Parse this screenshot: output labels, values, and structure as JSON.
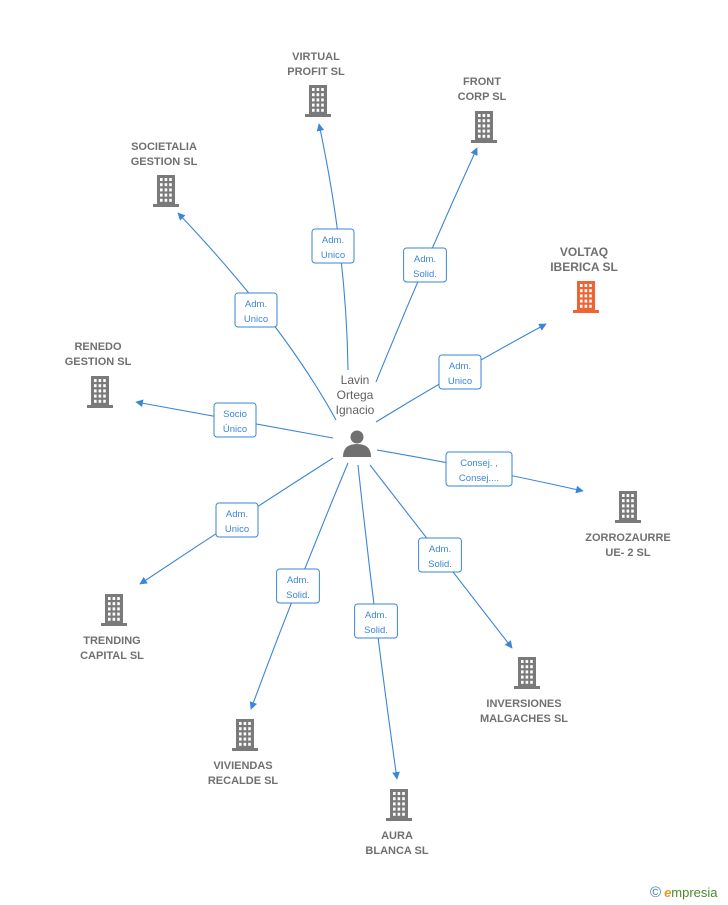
{
  "colors": {
    "edge": "#3b86d6",
    "building": "#7a7a7a",
    "building_highlight": "#f06433",
    "person": "#707070"
  },
  "center": {
    "lines": [
      "Lavin",
      "Ortega",
      "Ignacio"
    ],
    "icon": "person-icon"
  },
  "nodes": [
    {
      "id": "virtual-profit",
      "lines": [
        "VIRTUAL",
        "PROFIT  SL"
      ],
      "highlight": false,
      "edge_label": [
        "Adm.",
        "Unico"
      ]
    },
    {
      "id": "front-corp",
      "lines": [
        "FRONT",
        "CORP  SL"
      ],
      "highlight": false,
      "edge_label": [
        "Adm.",
        "Solid."
      ]
    },
    {
      "id": "societalia-gestion",
      "lines": [
        "SOCIETALIA",
        "GESTION SL"
      ],
      "highlight": false,
      "edge_label": [
        "Adm.",
        "Unico"
      ]
    },
    {
      "id": "voltaq-iberica",
      "lines": [
        "VOLTAQ",
        "IBERICA  SL"
      ],
      "highlight": true,
      "edge_label": [
        "Adm.",
        "Unico"
      ]
    },
    {
      "id": "renedo-gestion",
      "lines": [
        "RENEDO",
        "GESTION  SL"
      ],
      "highlight": false,
      "edge_label": [
        "Socio",
        "Único"
      ]
    },
    {
      "id": "zorrozaurre",
      "lines": [
        "ZORROZAURRE",
        "UE- 2  SL"
      ],
      "highlight": false,
      "edge_label": [
        "Consej. ,",
        "Consej...."
      ]
    },
    {
      "id": "trending-capital",
      "lines": [
        "TRENDING",
        "CAPITAL  SL"
      ],
      "highlight": false,
      "edge_label": [
        "Adm.",
        "Unico"
      ]
    },
    {
      "id": "inversiones-malgaches",
      "lines": [
        "INVERSIONES",
        "MALGACHES SL"
      ],
      "highlight": false,
      "edge_label": [
        "Adm.",
        "Solid."
      ]
    },
    {
      "id": "viviendas-recalde",
      "lines": [
        "VIVIENDAS",
        "RECALDE SL"
      ],
      "highlight": false,
      "edge_label": [
        "Adm.",
        "Solid."
      ]
    },
    {
      "id": "aura-blanca",
      "lines": [
        "AURA",
        "BLANCA  SL"
      ],
      "highlight": false,
      "edge_label": [
        "Adm.",
        "Solid."
      ]
    }
  ],
  "brand": {
    "copyright": "©",
    "first_letter": "e",
    "rest": "mpresia"
  }
}
